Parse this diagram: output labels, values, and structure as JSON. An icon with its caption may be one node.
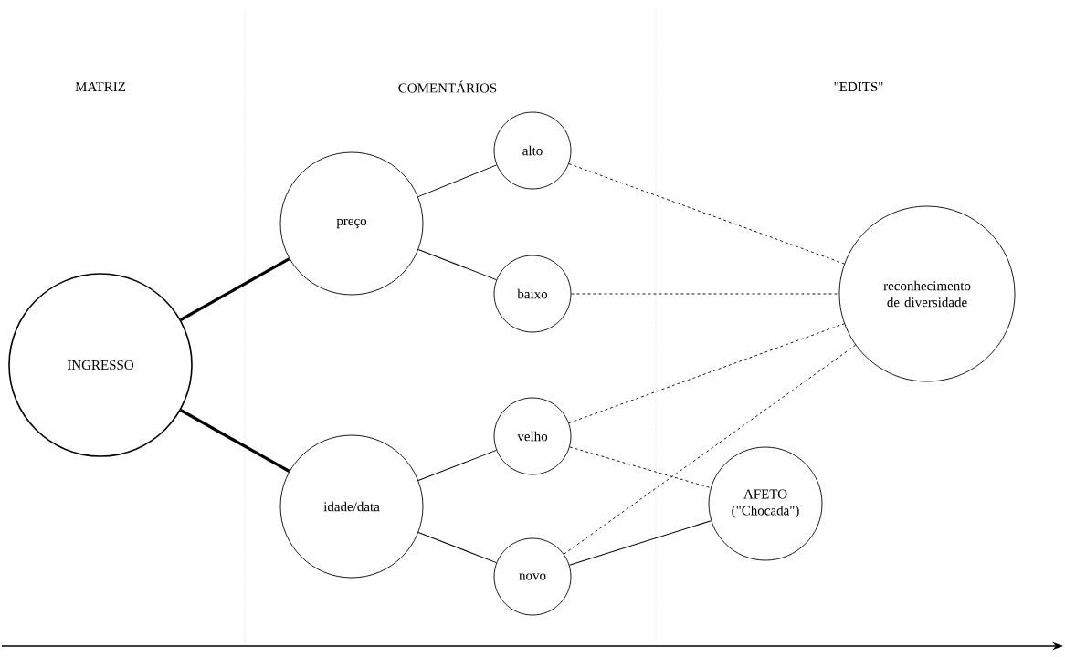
{
  "diagram": {
    "nodes": [
      {
        "text": [
          "INGRESSO"
        ]
      },
      {
        "text": [
          "preço"
        ]
      },
      {
        "text": [
          "idade/data"
        ]
      },
      {
        "text": [
          "alto"
        ]
      },
      {
        "text": [
          "baixo"
        ]
      },
      {
        "text": [
          "velho"
        ]
      },
      {
        "text": [
          "novo"
        ]
      },
      {
        "text": [
          "reconhecimento de diversidade"
        ]
      },
      {
        "text": [
          "AFETO (\"Chocada\")"
        ]
      }
    ],
    "edges": [
      {
        "from": 0,
        "to": 1,
        "arrow": "none",
        "style": "thick"
      },
      {
        "from": 0,
        "to": 2,
        "arrow": "none",
        "style": "thick"
      },
      {
        "from": 1,
        "to": 3,
        "arrow": "none"
      },
      {
        "from": 1,
        "to": 4,
        "arrow": "none"
      },
      {
        "from": 2,
        "to": 5,
        "arrow": "none"
      },
      {
        "from": 2,
        "to": 6,
        "arrow": "none"
      },
      {
        "from": 3,
        "to": 7,
        "arrow": "none",
        "style": "dashed"
      },
      {
        "from": 4,
        "to": 7,
        "arrow": "none",
        "style": "dashed"
      },
      {
        "from": 5,
        "to": 7,
        "arrow": "none",
        "style": "dashed"
      },
      {
        "from": 6,
        "to": 7,
        "arrow": "none",
        "style": "dashed"
      },
      {
        "from": 5,
        "to": 8,
        "arrow": "none",
        "style": "dashed"
      },
      {
        "from": 6,
        "to": 8,
        "arrow": "none"
      }
    ],
    "labels": [
      "MATRIZ",
      "COMENTÁRIOS",
      "\"EDITS\""
    ]
  }
}
